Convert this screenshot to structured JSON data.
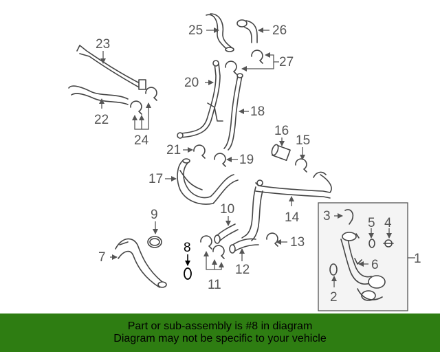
{
  "callouts": [
    "1",
    "2",
    "3",
    "4",
    "5",
    "6",
    "7",
    "8",
    "9",
    "10",
    "11",
    "12",
    "13",
    "14",
    "15",
    "16",
    "17",
    "18",
    "19",
    "20",
    "21",
    "22",
    "23",
    "24",
    "25",
    "26",
    "27"
  ],
  "highlight_callout": "8",
  "banner": {
    "line1": "Part or sub-assembly is #8 in diagram",
    "line2": "Diagram may not be specific to your vehicle",
    "color": "#2e7d12"
  },
  "icons": [
    "arrow-icon",
    "bracket-icon",
    "o-ring-icon",
    "hose-icon",
    "clamp-icon"
  ]
}
